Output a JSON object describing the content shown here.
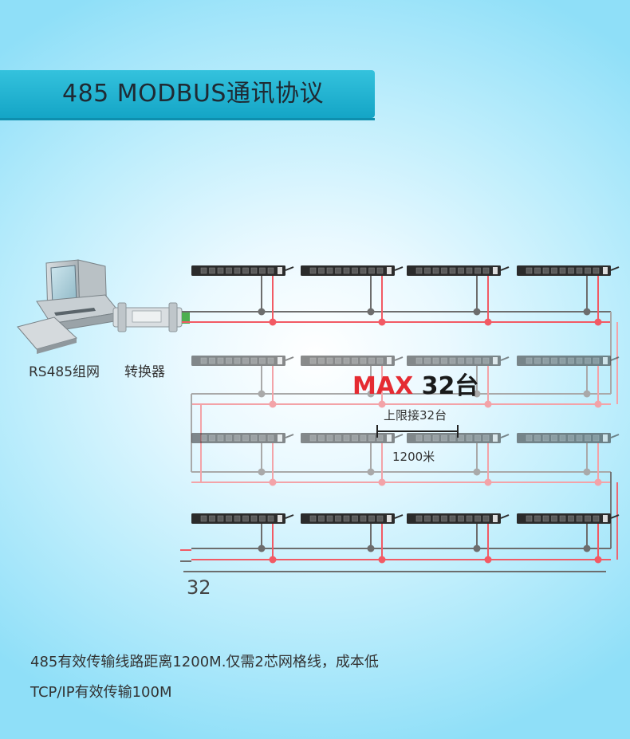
{
  "header": {
    "title": "485 MODBUS通讯协议"
  },
  "diagram": {
    "computer_label": "RS485组网",
    "converter_label": "转换器",
    "max_label_prefix": "MAX ",
    "max_label_value": "32台",
    "limit_label": "上限接32台",
    "distance_label": "1200米",
    "end_number": "32",
    "colors": {
      "red": "#f25a64",
      "gray": "#6d6d6d",
      "fade": "#cfcfcf"
    }
  },
  "footer": {
    "line1": "485有效传输线路距离1200M.仅需2芯网格线，成本低",
    "line2": "TCP/IP有效传输100M"
  }
}
